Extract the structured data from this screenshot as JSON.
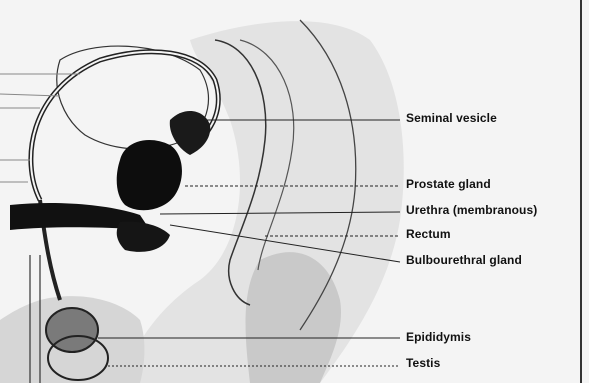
{
  "labels": {
    "seminal_vesicle": "Seminal vesicle",
    "prostate_gland": "Prostate gland",
    "urethra_membranous": "Urethra (membranous)",
    "rectum": "Rectum",
    "bulbourethral_gland": "Bulbourethral gland",
    "epididymis": "Epididymis",
    "testis": "Testis"
  },
  "colors": {
    "ink": "#111111",
    "shade": "#bdbdbd",
    "paper": "#f4f4f4"
  }
}
